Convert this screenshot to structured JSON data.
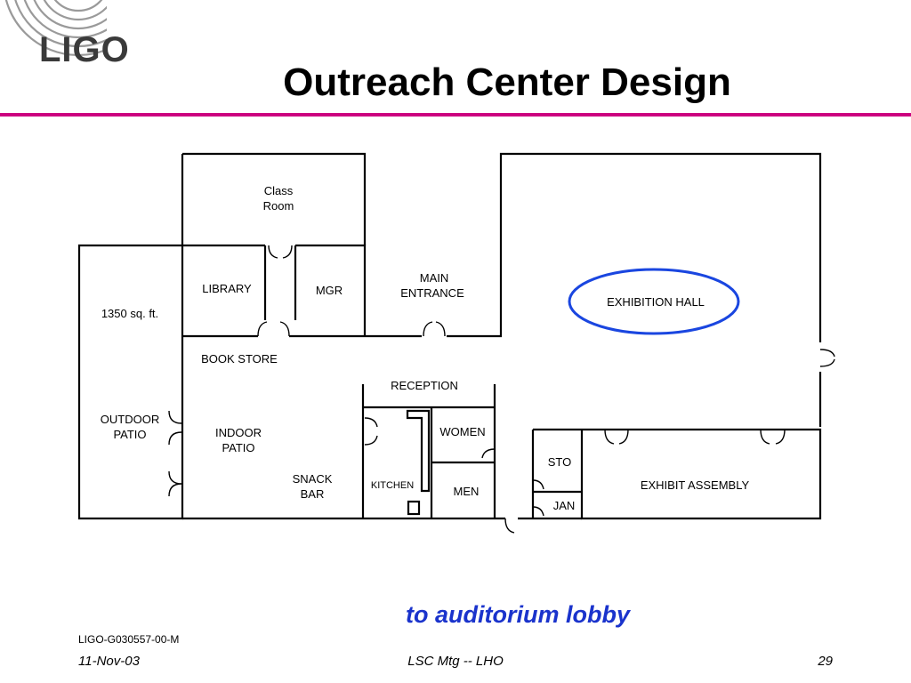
{
  "slide": {
    "logo": "LIGO",
    "title": "Outreach Center Design"
  },
  "plan": {
    "rooms": {
      "class_room": [
        "Class",
        "Room"
      ],
      "library": "LIBRARY",
      "mgr": "MGR",
      "main_entrance": [
        "MAIN",
        "ENTRANCE"
      ],
      "exhibition_hall": "EXHIBITION HALL",
      "area": "1350 sq. ft.",
      "book_store": "BOOK STORE",
      "reception": "RECEPTION",
      "outdoor_patio": [
        "OUTDOOR",
        "PATIO"
      ],
      "indoor_patio": [
        "INDOOR",
        "PATIO"
      ],
      "women": "WOMEN",
      "sto": "STO",
      "exhibit_assembly": "EXHIBIT ASSEMBLY",
      "snack_bar": [
        "SNACK",
        "BAR"
      ],
      "kitchen": "KITCHEN",
      "men": "MEN",
      "jan": "JAN"
    },
    "highlight_color": "#1a46e0"
  },
  "caption": "to auditorium lobby",
  "footer": {
    "doc_id": "LIGO-G030557-00-M",
    "date": "11-Nov-03",
    "meeting": "LSC Mtg -- LHO",
    "page": "29"
  }
}
